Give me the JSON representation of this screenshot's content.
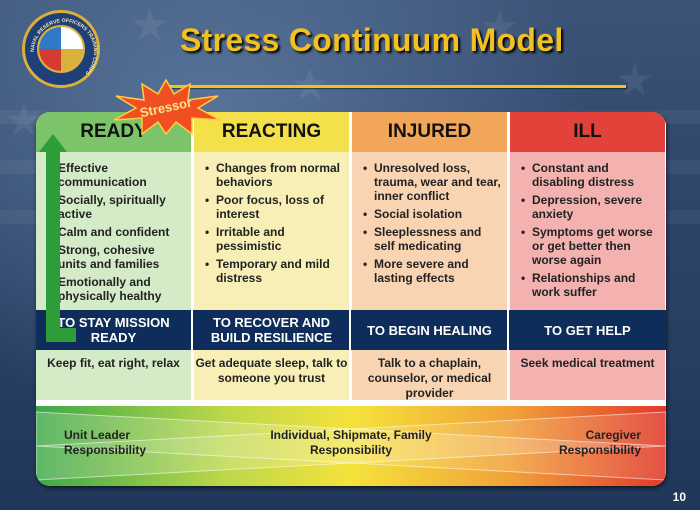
{
  "slide": {
    "title": "Stress Continuum Model",
    "seal_text": "NAVAL RESERVE OFFICERS TRAINING CORPS",
    "stressor_label": "Stressor",
    "page_number": "10"
  },
  "columns": [
    {
      "name": "READY",
      "color": "#7cc36a",
      "body_color": "#d3ebc6",
      "bullets": [
        "Effective communication",
        "Socially, spiritually active",
        "Calm and confident",
        "Strong, cohesive units and families",
        "Emotionally and physically healthy"
      ],
      "goal": "TO STAY MISSION READY",
      "action": "Keep fit, eat right, relax"
    },
    {
      "name": "REACTING",
      "color": "#f4e04a",
      "body_color": "#f8efb6",
      "bullets": [
        "Changes from normal behaviors",
        "Poor focus, loss of interest",
        "Irritable and pessimistic",
        "Temporary and mild distress"
      ],
      "goal": "TO RECOVER AND BUILD RESILIENCE",
      "action": "Get adequate sleep, talk to someone you trust"
    },
    {
      "name": "INJURED",
      "color": "#f2a65a",
      "body_color": "#f8d4b3",
      "bullets": [
        "Unresolved loss, trauma, wear and tear, inner conflict",
        "Social isolation",
        "Sleeplessness and self medicating",
        "More severe and lasting effects"
      ],
      "goal": "TO BEGIN HEALING",
      "action": "Talk to a chaplain, counselor, or medical provider"
    },
    {
      "name": "ILL",
      "color": "#e3423a",
      "body_color": "#f3b2b0",
      "bullets": [
        "Constant and disabling distress",
        "Depression, severe anxiety",
        "Symptoms get worse or get better then worse again",
        "Relationships and work suffer"
      ],
      "goal": "TO GET HELP",
      "action": "Seek medical treatment"
    }
  ],
  "responsibility": {
    "left": "Unit Leader Responsibility",
    "center": "Individual, Shipmate, Family Responsibility",
    "right": "Caregiver Responsibility"
  },
  "colors": {
    "title": "#f2c021",
    "band": "#0f2d5a",
    "background": "#2d4469"
  }
}
